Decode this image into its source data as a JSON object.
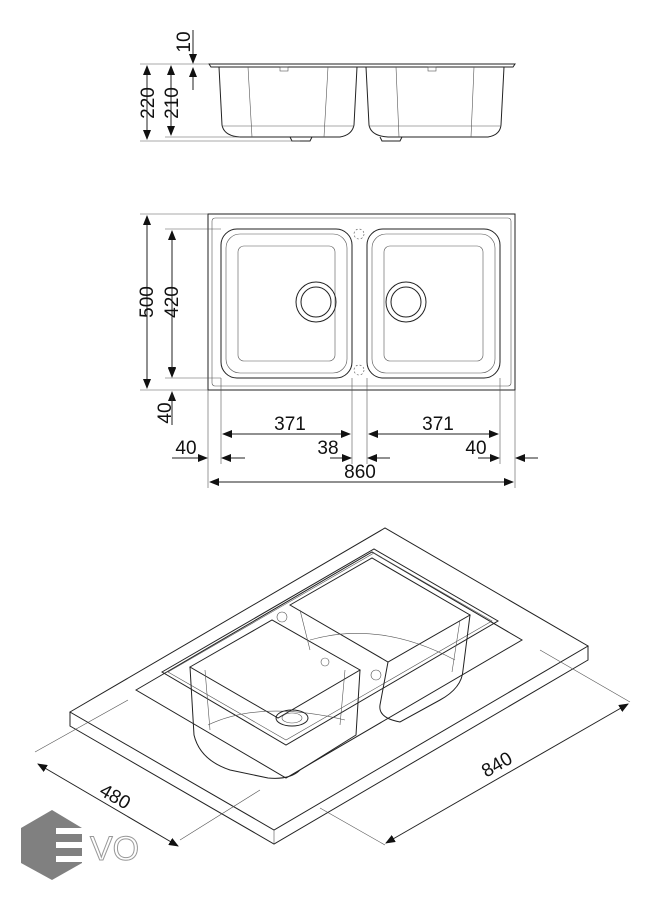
{
  "side_view": {
    "dim_total_height": "220",
    "dim_bowl_depth": "210",
    "dim_rim": "10"
  },
  "top_view": {
    "dim_depth": "500",
    "dim_bowl_depth": "420",
    "dim_front_margin": "40",
    "dim_bowl_left_width": "371",
    "dim_bowl_right_width": "371",
    "dim_left_margin": "40",
    "dim_center_gap": "38",
    "dim_right_margin": "40",
    "dim_total_width": "860"
  },
  "iso_view": {
    "dim_cutout_depth": "480",
    "dim_cutout_width": "840"
  },
  "logo": {
    "text": "EVO",
    "color": "#808080"
  }
}
